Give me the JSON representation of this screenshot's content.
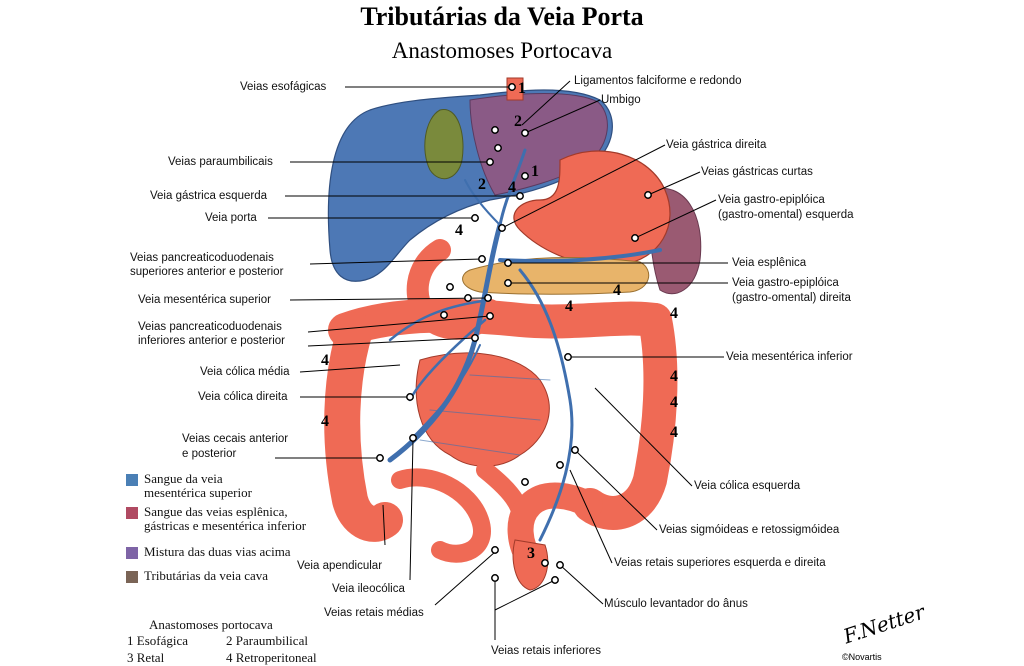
{
  "title": "Tributárias da Veia Porta",
  "subtitle": "Anastomoses Portocava",
  "labels_left": {
    "esofagicas": "Veias esofágicas",
    "paraumbilicais": "Veias paraumbilicais",
    "gastrica_esquerda": "Veia gástrica esquerda",
    "porta": "Veia porta",
    "pancreat_sup_1": "Veias pancreaticoduodenais",
    "pancreat_sup_2": "superiores anterior e posterior",
    "mesenterica_superior": "Veia mesentérica superior",
    "pancreat_inf_1": "Veias pancreaticoduodenais",
    "pancreat_inf_2": "inferiores anterior e posterior",
    "colica_media": "Veia cólica média",
    "colica_direita": "Veia cólica direita",
    "cecais_1": "Veias cecais anterior",
    "cecais_2": "e posterior"
  },
  "labels_right": {
    "ligamentos": "Ligamentos falciforme e redondo",
    "umbigo": "Umbigo",
    "gastrica_direita": "Veia gástrica direita",
    "gastricas_curtas": "Veias gástricas curtas",
    "gastro_esq_1": "Veia gastro-epiplóica",
    "gastro_esq_2": "(gastro-omental) esquerda",
    "esplenica": "Veia esplênica",
    "gastro_dir_1": "Veia gastro-epiplóica",
    "gastro_dir_2": "(gastro-omental) direita",
    "mesenterica_inferior": "Veia mesentérica inferior",
    "colica_esquerda": "Veia cólica esquerda",
    "sigmoideas": "Veias sigmóideas e retossigmóidea",
    "retais_superiores": "Veias retais superiores esquerda e direita",
    "levantador": "Músculo levantador do ânus"
  },
  "labels_bottom": {
    "apendicular": "Veia apendicular",
    "ileocolica": "Veia ileocólica",
    "retais_medias": "Veias retais médias",
    "retais_inferiores": "Veias retais inferiores"
  },
  "numbers": [
    "1",
    "2",
    "1",
    "2",
    "4",
    "4",
    "4",
    "4",
    "4",
    "4",
    "4",
    "4",
    "4",
    "4",
    "3"
  ],
  "legend": [
    {
      "color": "#4a7fb5",
      "line1": "Sangue da veia",
      "line2": "mesentérica superior"
    },
    {
      "color": "#b04a62",
      "line1": "Sangue das veias esplênica,",
      "line2": "gástricas e mesentérica inferior"
    },
    {
      "color": "#7e64a6",
      "line1": "Mistura das duas vias acima",
      "line2": ""
    },
    {
      "color": "#7a6456",
      "line1": "Tributárias da veia cava",
      "line2": ""
    }
  ],
  "anastomoses": {
    "heading": "Anastomoses portocava",
    "items": [
      "1 Esofágica",
      "2 Paraumbilical",
      "3 Retal",
      "4 Retroperitoneal"
    ]
  },
  "signature": {
    "text": "F.Netter",
    "credit": "©Novartis"
  },
  "colors": {
    "liver": "#4d78b5",
    "gut": "#f06a55",
    "vein": "#3f6fae",
    "stomach": "#ef6a55",
    "spleen": "#9a5a72",
    "gallbladder": "#7a8a3c"
  }
}
